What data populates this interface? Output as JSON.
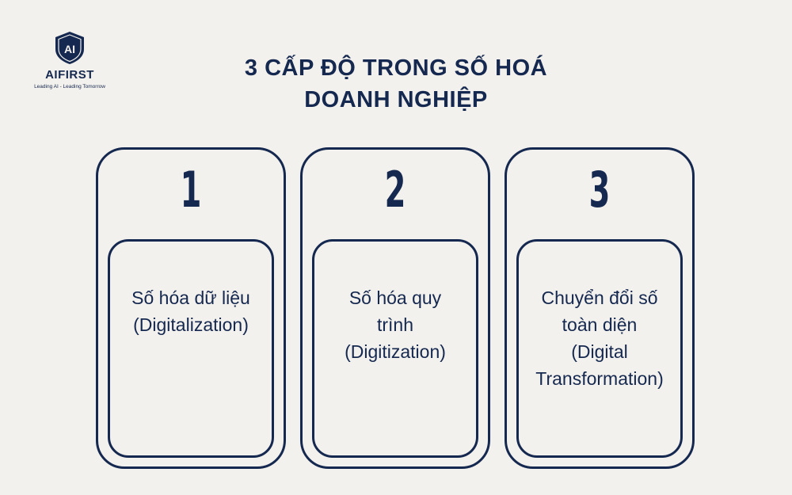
{
  "logo": {
    "mark": "AI",
    "name": "AIFIRST",
    "tagline": "Leading AI - Leading Tomorrow"
  },
  "title": {
    "line1": "3 CẤP ĐỘ TRONG SỐ HOÁ",
    "line2": "DOANH NGHIỆP"
  },
  "levels": [
    {
      "number": "1",
      "lines": [
        "Số hóa dữ liệu",
        "(Digitalization)"
      ]
    },
    {
      "number": "2",
      "lines": [
        "Số hóa quy",
        "trình",
        "(Digitization)"
      ]
    },
    {
      "number": "3",
      "lines": [
        "Chuyển đổi số",
        "toàn diện",
        "(Digital",
        "Transformation)"
      ]
    }
  ],
  "colors": {
    "background": "#f3f1ed",
    "primary": "#15284f"
  }
}
